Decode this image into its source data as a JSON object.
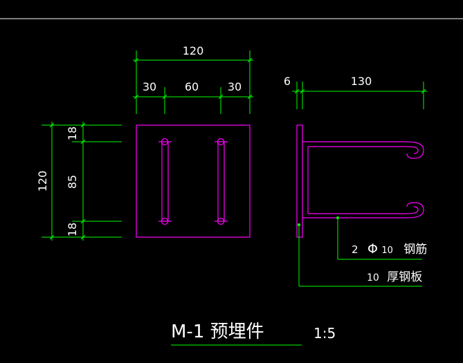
{
  "colors": {
    "background": "#000000",
    "dimension": "#00ff00",
    "steel": "#ff00ff",
    "text": "#ffffff",
    "leader": "#00ff00"
  },
  "plan_view": {
    "dim_top_total": "120",
    "dim_top_left": "30",
    "dim_top_mid": "60",
    "dim_top_right": "30",
    "dim_left_total": "120",
    "dim_left_top": "18",
    "dim_left_mid": "85",
    "dim_left_bottom": "18"
  },
  "side_view": {
    "dim_plate_thickness": "6",
    "dim_bar_length": "130",
    "rebar_count": "2",
    "rebar_symbol": "Φ",
    "rebar_diameter": "10",
    "rebar_label": "钢筋",
    "plate_thickness": "10",
    "plate_label": "厚钢板"
  },
  "title": {
    "name": "M-1 预埋件",
    "scale": "1:5"
  }
}
